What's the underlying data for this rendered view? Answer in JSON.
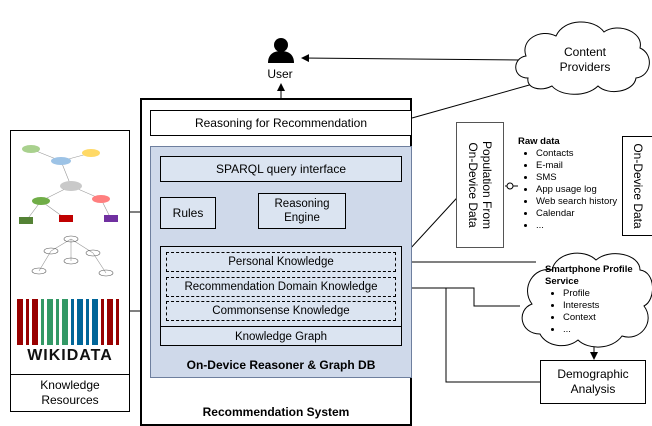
{
  "user": {
    "label": "User"
  },
  "content_providers": {
    "label": "Content\nProviders"
  },
  "system": {
    "reasoning_for_recommendation": "Reasoning for Recommendation",
    "sparql": "SPARQL query interface",
    "rules": "Rules",
    "reasoning_engine": "Reasoning\nEngine",
    "personal_knowledge": "Personal Knowledge",
    "recommendation_domain_knowledge": "Recommendation Domain Knowledge",
    "commonsense_knowledge": "Commonsense Knowledge",
    "knowledge_graph": "Knowledge Graph",
    "reasoner_db": "On-Device Reasoner & Graph DB",
    "recommendation_system": "Recommendation System"
  },
  "population": {
    "label": "Population From\nOn-Device Data"
  },
  "raw_data": {
    "title": "Raw data",
    "items": [
      "Contacts",
      "E-mail",
      "SMS",
      "App usage log",
      "Web search history",
      "Calendar",
      "..."
    ]
  },
  "on_device_data": {
    "label": "On-Device Data"
  },
  "smartphone_profile": {
    "title": "Smartphone Profile Service",
    "items": [
      "Profile",
      "Interests",
      "Context",
      "..."
    ]
  },
  "demographic": {
    "label": "Demographic\nAnalysis"
  },
  "knowledge_resources": {
    "label": "Knowledge\nResources",
    "wikidata_logo": "WIKIDATA"
  }
}
